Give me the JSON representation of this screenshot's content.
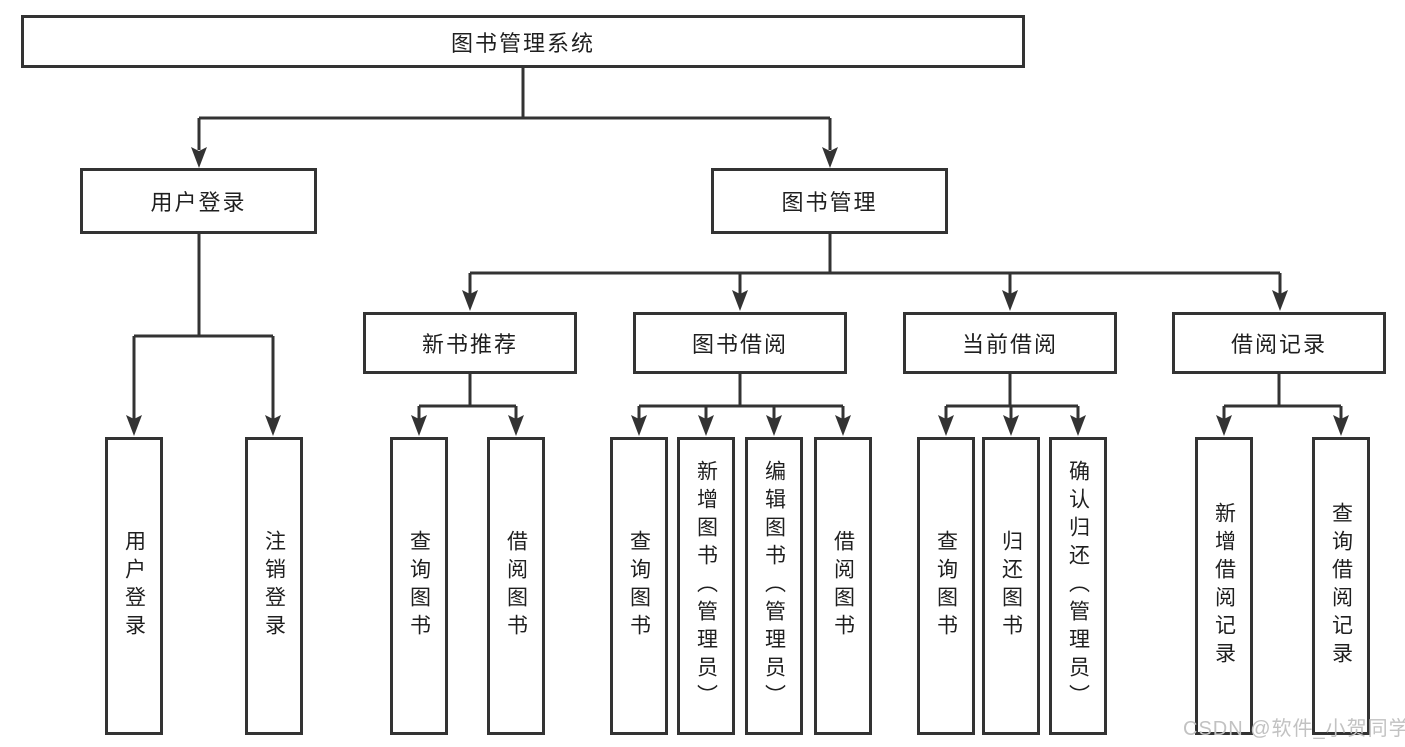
{
  "tree": {
    "label": "图书管理系统",
    "children": [
      {
        "label": "用户登录",
        "children": [
          {
            "label": "用户登录"
          },
          {
            "label": "注销登录"
          }
        ]
      },
      {
        "label": "图书管理",
        "children": [
          {
            "label": "新书推荐",
            "children": [
              {
                "label": "查询图书"
              },
              {
                "label": "借阅图书"
              }
            ]
          },
          {
            "label": "图书借阅",
            "children": [
              {
                "label": "查询图书"
              },
              {
                "label": "新增图书（管理员）"
              },
              {
                "label": "编辑图书（管理员）"
              },
              {
                "label": "借阅图书"
              }
            ]
          },
          {
            "label": "当前借阅",
            "children": [
              {
                "label": "查询图书"
              },
              {
                "label": "归还图书"
              },
              {
                "label": "确认归还（管理员）"
              }
            ]
          },
          {
            "label": "借阅记录",
            "children": [
              {
                "label": "新增借阅记录"
              },
              {
                "label": "查询借阅记录"
              }
            ]
          }
        ]
      }
    ]
  },
  "watermark": {
    "text": "CSDN @软件_小贺同学"
  },
  "colors": {
    "line": "#333333",
    "text": "#1f1f1f",
    "bg": "#ffffff",
    "watermark": "#c2c2c2"
  }
}
